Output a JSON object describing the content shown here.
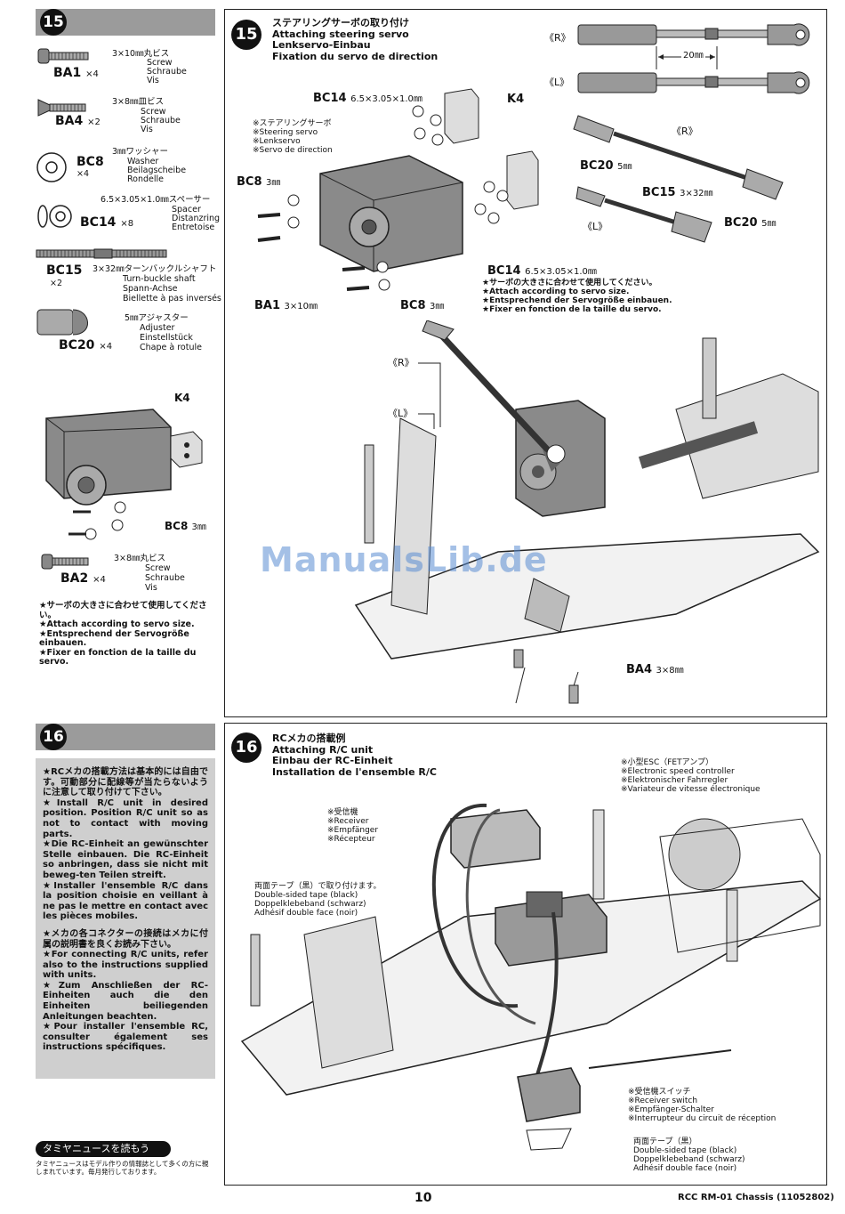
{
  "step15": {
    "number": "15",
    "title_jp": "ステアリングサーボの取り付け",
    "title_en": "Attaching steering servo",
    "title_de": "Lenkservo-Einbau",
    "title_fr": "Fixation du servo de direction"
  },
  "step16": {
    "number": "16",
    "title_jp": "RCメカの搭載例",
    "title_en": "Attaching R/C unit",
    "title_de": "Einbau der RC-Einheit",
    "title_fr": "Installation de l'ensemble R/C"
  },
  "parts15": {
    "ba1": {
      "code": "BA1",
      "qty": "×4",
      "jp": "3×10㎜丸ビス",
      "en": "Screw",
      "de": "Schraube",
      "fr": "Vis"
    },
    "ba4": {
      "code": "BA4",
      "qty": "×2",
      "jp": "3×8㎜皿ビス",
      "en": "Screw",
      "de": "Schraube",
      "fr": "Vis"
    },
    "bc8": {
      "code": "BC8",
      "qty": "×4",
      "jp": "3㎜ワッシャー",
      "en": "Washer",
      "de": "Beilagscheibe",
      "fr": "Rondelle"
    },
    "bc14": {
      "code": "BC14",
      "qty": "×8",
      "jp": "6.5×3.05×1.0㎜スペーサー",
      "en": "Spacer",
      "de": "Distanzring",
      "fr": "Entretoise"
    },
    "bc15": {
      "code": "BC15",
      "qty": "×2",
      "jp": "3×32㎜ターンバックルシャフト",
      "en": "Turn-buckle shaft",
      "de": "Spann-Achse",
      "fr": "Biellette à pas inversés"
    },
    "bc20": {
      "code": "BC20",
      "qty": "×4",
      "jp": "5㎜アジャスター",
      "en": "Adjuster",
      "de": "Einstellstück",
      "fr": "Chape à rotule"
    }
  },
  "side15": {
    "k4": "K4",
    "bc8_label": "BC8",
    "bc8_size": "3㎜",
    "ba2": {
      "code": "BA2",
      "qty": "×4",
      "jp": "3×8㎜丸ビス",
      "en": "Screw",
      "de": "Schraube",
      "fr": "Vis"
    },
    "note_jp": "★サーボの大きさに合わせて使用してください。",
    "note_en": "★Attach according to servo size.",
    "note_de": "★Entsprechend der Servogröße einbauen.",
    "note_fr": "★Fixer en fonction de la taille du servo."
  },
  "diagram15": {
    "r_mark": "《R》",
    "l_mark": "《L》",
    "dim": "20㎜",
    "bc14_top": "BC14",
    "bc14_size": "6.5×3.05×1.0㎜",
    "k4": "K4",
    "servo_jp": "※ステアリングサーボ",
    "servo_en": "※Steering servo",
    "servo_de": "※Lenkservo",
    "servo_fr": "※Servo de direction",
    "bc8": "BC8",
    "bc8_size": "3㎜",
    "ba1": "BA1",
    "ba1_size": "3×10㎜",
    "bc8_bottom": "BC8",
    "bc8_bottom_size": "3㎜",
    "bc20": "BC20",
    "bc20_size": "5㎜",
    "bc15": "BC15",
    "bc15_size": "3×32㎜",
    "bc20b": "BC20",
    "bc20b_size": "5㎜",
    "bc14_bottom": "BC14",
    "bc14_bottom_size": "6.5×3.05×1.0㎜",
    "note_jp": "★サーボの大きさに合わせて使用してください。",
    "note_en": "★Attach according to servo size.",
    "note_de": "★Entsprechend der Servogröße einbauen.",
    "note_fr": "★Fixer en fonction de la taille du servo.",
    "r_mark2": "《R》",
    "l_mark2": "《L》",
    "ba4": "BA4",
    "ba4_size": "3×8㎜"
  },
  "instructions16": [
    "★RCメカの搭載方法は基本的には自由です。可動部分に配線等が当たらないように注意して取り付けて下さい。",
    "★Install R/C unit in desired position. Position R/C unit so as not to contact with moving parts.",
    "★Die RC-Einheit an gewünschter Stelle einbauen. Die RC-Einheit so anbringen, dass sie nicht mit beweg-ten Teilen streift.",
    "★Installer l'ensemble R/C dans la position choisie en veillant à ne pas le mettre en contact avec les pièces mobiles.",
    "★メカの各コネクターの接続はメカに付属の説明書を良くお読み下さい。",
    "★For connecting R/C units, refer also to the instructions supplied with units.",
    "★Zum Anschließen der RC-Einheiten auch die den Einheiten beiliegenden Anleitungen beachten.",
    "★Pour installer l'ensemble RC, consulter également ses instructions spécifiques."
  ],
  "diagram16": {
    "esc_jp": "※小型ESC（FETアンプ）",
    "esc_en": "※Electronic speed controller",
    "esc_de": "※Elektronischer Fahrregler",
    "esc_fr": "※Variateur de vitesse électronique",
    "rx_jp": "※受信機",
    "rx_en": "※Receiver",
    "rx_de": "※Empfänger",
    "rx_fr": "※Récepteur",
    "tape_jp": "両面テープ（黒）で取り付けます。",
    "tape_en": "Double-sided tape (black)",
    "tape_de": "Doppelklebeband (schwarz)",
    "tape_fr": "Adhésif double face (noir)",
    "sw_jp": "※受信機スイッチ",
    "sw_en": "※Receiver switch",
    "sw_de": "※Empfänger-Schalter",
    "sw_fr": "※Interrupteur du circuit de réception",
    "tape2_jp": "両面テープ（黒）",
    "tape2_en": "Double-sided tape (black)",
    "tape2_de": "Doppelklebeband (schwarz)",
    "tape2_fr": "Adhésif double face (noir)"
  },
  "news": {
    "heading": "タミヤニュースを読もう",
    "text": "タミヤニュースはモデル作りの情報誌として多くの方に親しまれています。毎月発行しております。"
  },
  "watermark": "ManualsLib.de",
  "footer": {
    "page": "10",
    "model": "RCC RM-01 Chassis (11052802)"
  }
}
